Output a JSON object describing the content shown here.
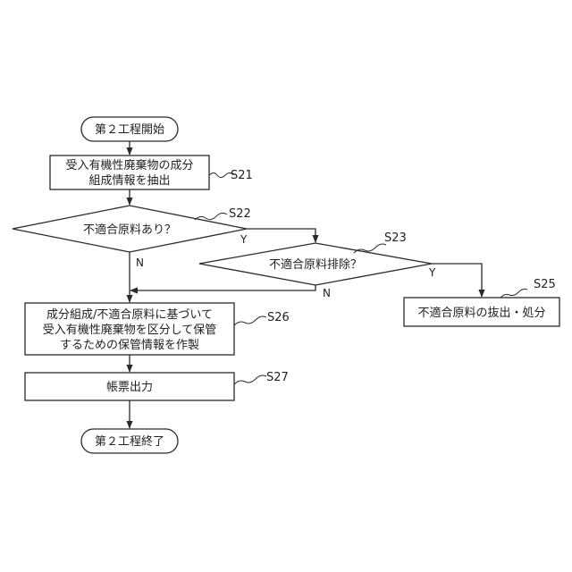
{
  "start": {
    "label": "第２工程開始"
  },
  "steps": {
    "s21": {
      "lines": [
        "受入有機性廃棄物の成分",
        "組成情報を抽出"
      ],
      "ref": "S21"
    },
    "s22": {
      "label": "不適合原料あり？",
      "ref": "S22",
      "yes": "Y",
      "no": "N"
    },
    "s23": {
      "label": "不適合原料排除？",
      "ref": "S23",
      "yes": "Y",
      "no": "N"
    },
    "s25": {
      "label": "不適合原料の抜出・処分",
      "ref": "S25"
    },
    "s26": {
      "lines": [
        "成分組成/不適合原料に基づいて",
        "受入有機性廃棄物を区分して保管",
        "するための保管情報を作製"
      ],
      "ref": "S26"
    },
    "s27": {
      "label": "帳票出力",
      "ref": "S27"
    }
  },
  "end": {
    "label": "第２工程終了"
  }
}
